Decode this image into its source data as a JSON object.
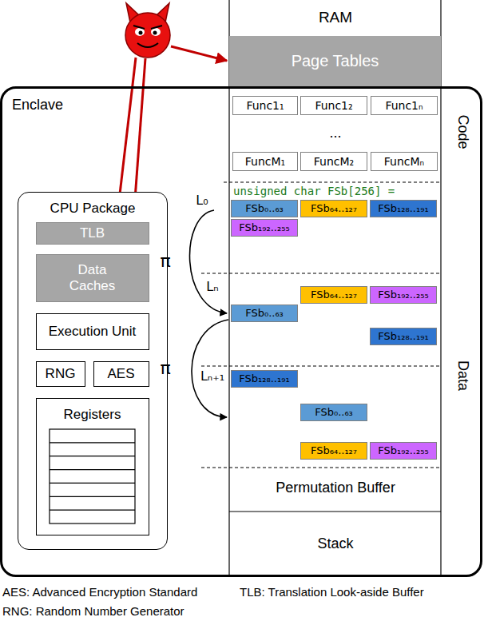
{
  "diagram": {
    "nodes": [
      {
        "text": [
          "Page Tables"
        ]
      },
      {
        "text": [
          "Enclave"
        ]
      },
      {
        "text": [
          "CPU Package"
        ],
        "in": 1
      },
      {
        "text": [
          "TLB"
        ],
        "in": 2
      },
      {
        "text": [
          "Data Caches"
        ],
        "in": 2
      },
      {
        "text": [
          "Execution Unit"
        ],
        "in": 2
      },
      {
        "text": [
          "RNG"
        ],
        "in": 2
      },
      {
        "text": [
          "AES"
        ],
        "in": 2
      },
      {
        "text": [
          "Registers"
        ],
        "in": 2
      },
      {
        "text": [
          "Func1₁"
        ],
        "in": 1
      },
      {
        "text": [
          "Func1₂"
        ],
        "in": 1
      },
      {
        "text": [
          "Func1ₙ"
        ],
        "in": 1
      },
      {
        "text": [
          "FuncM₁"
        ],
        "in": 1
      },
      {
        "text": [
          "FuncM₂"
        ],
        "in": 1
      },
      {
        "text": [
          "FuncMₙ"
        ],
        "in": 1
      },
      {
        "text": [
          "FSb₀..₆₃"
        ],
        "in": 1
      },
      {
        "text": [
          "FSb₆₄..₁₂₇"
        ],
        "in": 1
      },
      {
        "text": [
          "FSb₁₂₈..₁₉₁"
        ],
        "in": 1
      },
      {
        "text": [
          "FSb₁₉₂..₂₅₅"
        ],
        "in": 1
      },
      {
        "text": [
          "FSb₆₄..₁₂₇"
        ],
        "in": 1
      },
      {
        "text": [
          "FSb₁₉₂..₂₅₅"
        ],
        "in": 1
      },
      {
        "text": [
          "FSb₀..₆₃"
        ],
        "in": 1
      },
      {
        "text": [
          "FSb₁₂₈..₁₉₁"
        ],
        "in": 1
      },
      {
        "text": [
          "FSb₁₂₈..₁₉₁"
        ],
        "in": 1
      },
      {
        "text": [
          "FSb₀..₆₃"
        ],
        "in": 1
      },
      {
        "text": [
          "FSb₆₄..₁₂₇"
        ],
        "in": 1
      },
      {
        "text": [
          "FSb₁₉₂..₂₅₅"
        ],
        "in": 1
      }
    ],
    "labels": [
      "RAM",
      "Code",
      "...",
      "Data",
      "unsigned char FSb[256] =",
      "L₀",
      "π",
      "Lₙ",
      "π",
      "Lₙ₊₁",
      "Permutation Buffer",
      "Stack",
      "AES: Advanced Encryption Standard",
      "TLB: Translation Look-aside Buffer",
      "RNG: Random Number Generator"
    ]
  }
}
